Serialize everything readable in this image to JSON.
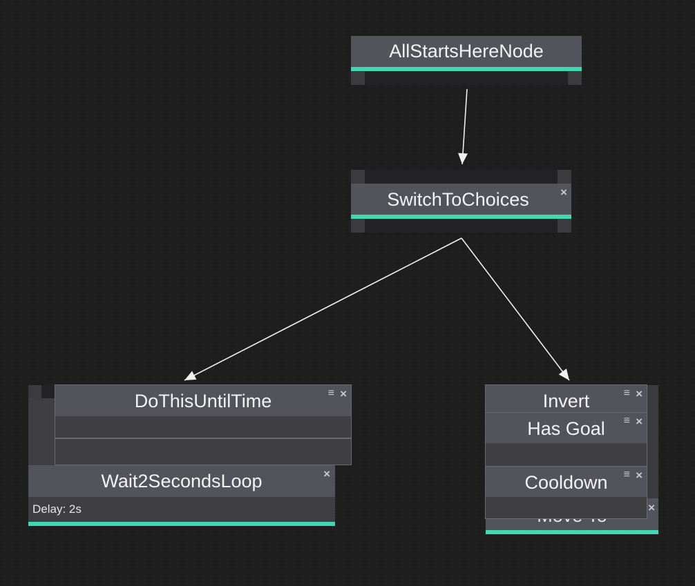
{
  "graph": {
    "nodes": {
      "root": {
        "title": "AllStartsHereNode"
      },
      "switch": {
        "title": "SwitchToChoices",
        "close_icon": "×"
      },
      "do_this": {
        "title": "DoThisUntilTime",
        "menu_icon": "≡",
        "close_icon": "×"
      },
      "wait": {
        "title": "Wait2SecondsLoop",
        "subtitle": "Delay: 2s",
        "close_icon": "×"
      },
      "invert": {
        "title": "Invert",
        "menu_icon": "≡",
        "close_icon": "×"
      },
      "has_goal": {
        "title": "Has Goal",
        "menu_icon": "≡",
        "close_icon": "×"
      },
      "cooldown": {
        "title": "Cooldown",
        "menu_icon": "≡",
        "close_icon": "×"
      },
      "move_to": {
        "title": "Move To",
        "close_icon": "×"
      }
    },
    "colors": {
      "background": "#1e1e1e",
      "node_header": "#53535b",
      "node_body": "#3e3e43",
      "accent": "#3fd8b0",
      "edge": "#f0f0f0"
    },
    "icons": [
      "close-icon",
      "menu-icon",
      "arrow-icon"
    ]
  }
}
